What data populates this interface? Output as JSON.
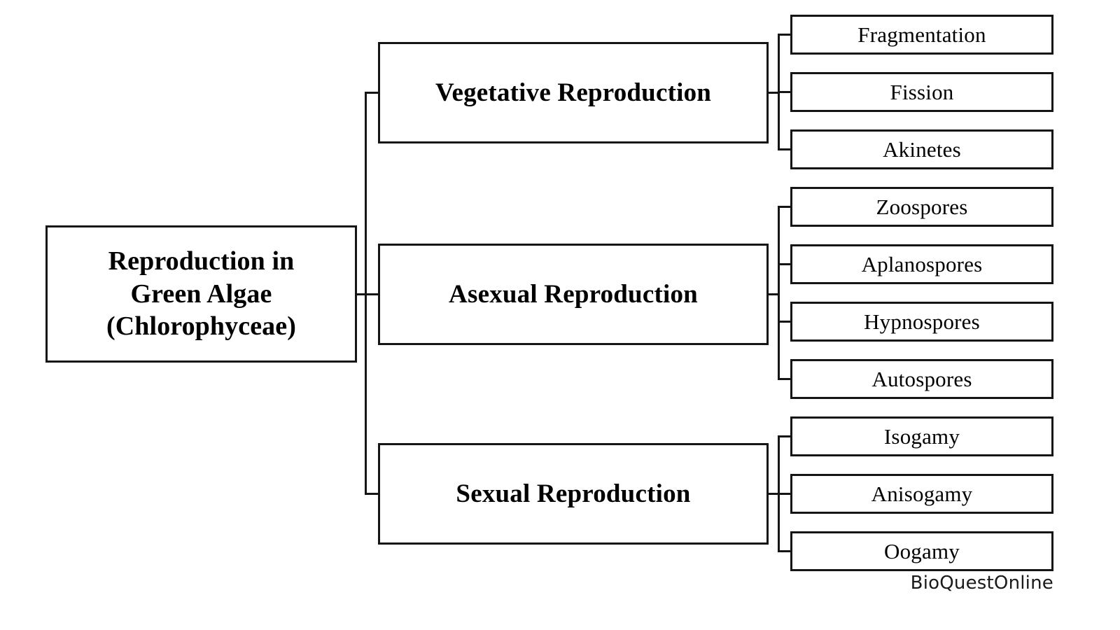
{
  "diagram": {
    "type": "hierarchy-tree",
    "orientation": "left-to-right",
    "background_color": "#ffffff",
    "line_color": "#151515",
    "text_color": "#000000",
    "box_fill": "#ffffff"
  },
  "root": {
    "label": "Reproduction in Green Algae (Chlorophyceae)",
    "line1": "Reproduction in",
    "line2": "Green Algae",
    "line3": "(Chlorophyceae)"
  },
  "branches": [
    {
      "label": "Vegetative Reproduction",
      "children": [
        {
          "label": "Fragmentation"
        },
        {
          "label": "Fission"
        },
        {
          "label": "Akinetes"
        }
      ]
    },
    {
      "label": "Asexual Reproduction",
      "children": [
        {
          "label": "Zoospores"
        },
        {
          "label": "Aplanospores"
        },
        {
          "label": "Hypnospores"
        },
        {
          "label": "Autospores"
        }
      ]
    },
    {
      "label": "Sexual Reproduction",
      "children": [
        {
          "label": "Isogamy"
        },
        {
          "label": "Anisogamy"
        },
        {
          "label": "Oogamy"
        }
      ]
    }
  ],
  "watermark": {
    "text": "BioQuestOnline"
  }
}
